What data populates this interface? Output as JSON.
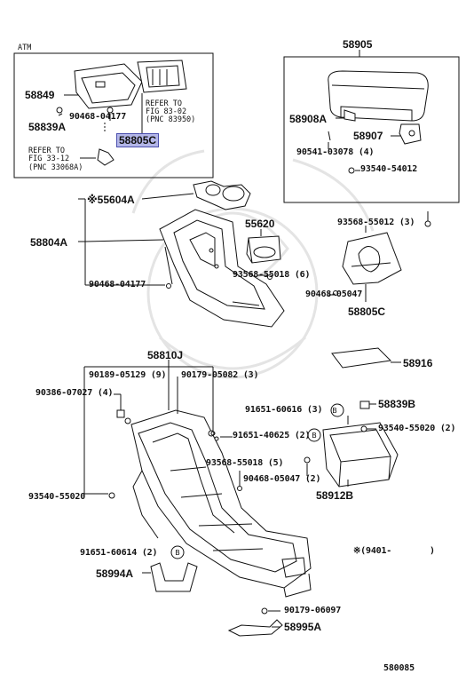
{
  "labels": {
    "atm": "ATM",
    "p58849": "58849",
    "p90468_04177_top": "90468-04177",
    "p58839a": "58839A",
    "refer_fig_83_02_a": "REFER TO",
    "refer_fig_83_02_b": "FIG 83-02",
    "refer_fig_83_02_c": "(PNC 83950)",
    "p58805c_highlight": "58805C",
    "refer_fig_33_12_a": "REFER TO",
    "refer_fig_33_12_b": "FIG 33-12",
    "refer_fig_33_12_c": "(PNC 33068A)",
    "p58905": "58905",
    "p58908a": "58908A",
    "p58907": "58907",
    "p90541": "90541-03078 (4)",
    "p93540_54012": "93540-54012",
    "p93568_55012": "93568-55012 (3)",
    "p55604a": "55604A",
    "p58804a": "58804A",
    "p55620": "55620",
    "p93568_55018_6": "93568-55018 (6)",
    "p90468_05047_mid": "90468-05047",
    "p58805c_mid": "58805C",
    "p90468_04177_mid": "90468-04177",
    "p58810j": "58810J",
    "p58916": "58916",
    "p90189": "90189-05129 (9)",
    "p90179_05082": "90179-05082 (3)",
    "p90386": "90386-07027 (4)",
    "p58839b": "58839B",
    "p91651_60616": "91651-60616 (3)",
    "p93540_55020_right": "93540-55020 (2)",
    "p91651_40625": "91651-40625 (2)",
    "p93568_55018_5": "93568-55018 (5)",
    "p90468_05047_2": "90468-05047 (2)",
    "p58912b": "58912B",
    "p93540_55020_left": "93540-55020",
    "p91651_60614": "91651-60614 (2)",
    "p58994a": "58994A",
    "p9401": "※(9401-",
    "p9401_close": ")",
    "p90179_06097": "90179-06097",
    "p58995a": "58995A",
    "footer": "580085"
  },
  "symbols": {
    "asterisk": "※",
    "circle_b": "B"
  },
  "colors": {
    "line": "#111111",
    "highlight_fill": "#b3b6e8",
    "highlight_border": "#4b4fae",
    "watermark": "#e6e6e6"
  }
}
